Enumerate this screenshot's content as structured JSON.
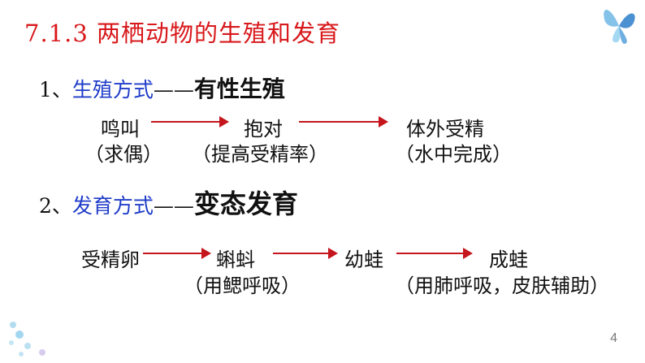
{
  "title": "7.1.3 两栖动物的生殖和发育",
  "section1": {
    "number": "1、",
    "label": "生殖方式",
    "dash": "——",
    "emphasis": "有性生殖",
    "steps": [
      {
        "main": "鸣叫",
        "sub": "（求偶）"
      },
      {
        "main": "抱对",
        "sub": "（提高受精率）"
      },
      {
        "main": "体外受精",
        "sub": "（水中完成）"
      }
    ]
  },
  "section2": {
    "number": "2、",
    "label": "发育方式",
    "dash": "——",
    "emphasis": "变态发育",
    "steps": [
      {
        "main": "受精卵",
        "sub": ""
      },
      {
        "main": "蝌蚪",
        "sub": "（用鳃呼吸）"
      },
      {
        "main": "幼蛙",
        "sub": ""
      },
      {
        "main": "成蛙",
        "sub": "（用肺呼吸，皮肤辅助）"
      }
    ]
  },
  "page_number": "4",
  "icons": [
    "butterfly-icon",
    "arrow-icon"
  ],
  "colors": {
    "title": "#d8181b",
    "label": "#1f3cc9",
    "arrow": "#c4161c"
  }
}
